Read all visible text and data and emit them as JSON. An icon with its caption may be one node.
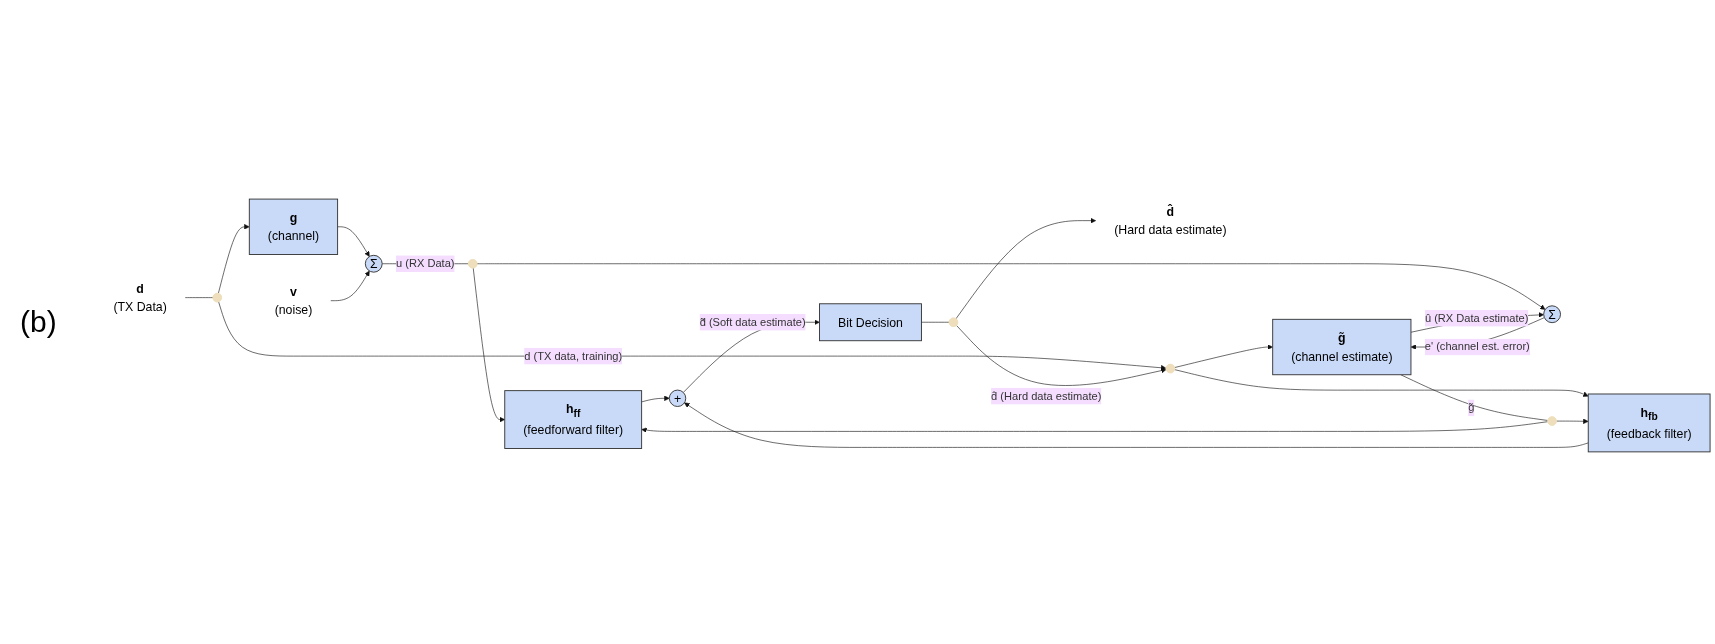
{
  "diagram": {
    "nodes": [
      {
        "text": [
          "d",
          "(TX Data)"
        ]
      },
      {
        "text": [],
        "shape": "circle"
      },
      {
        "text": [
          "g",
          "(channel)"
        ]
      },
      {
        "text": [
          "v",
          "(noise)"
        ]
      },
      {
        "text": [
          "Σ"
        ]
      },
      {
        "text": [],
        "shape": "circle"
      },
      {
        "text": [
          "Σ"
        ]
      },
      {
        "text": [
          "h$_{ff}$",
          "(feedforward filter)"
        ]
      },
      {
        "text": [
          "+"
        ]
      },
      {
        "text": [
          "Bit Decision"
        ]
      },
      {
        "text": [],
        "shape": "circle"
      },
      {
        "text": [
          "d̂",
          "(Hard data estimate)"
        ]
      },
      {
        "text": [
          "g̃",
          "(channel estimate)"
        ]
      },
      {
        "text": [],
        "shape": "circle"
      },
      {
        "text": [],
        "shape": "circle"
      },
      {
        "text": [
          "h$_{fb}$",
          "(feedback filter)"
        ]
      }
    ],
    "edges": [
      {
        "from": 0,
        "to": 1,
        "arrow": "none"
      },
      {
        "from": 1,
        "to": 2,
        "arrow": "to"
      },
      {
        "from": 2,
        "to": 4,
        "arrow": "to"
      },
      {
        "from": 3,
        "to": 4,
        "arrow": "to"
      },
      {
        "from": 4,
        "to": 5,
        "arrow": "none",
        "label": "u (RX Data)"
      },
      {
        "from": 5,
        "to": 7,
        "arrow": "to"
      },
      {
        "from": 5,
        "to": 6,
        "arrow": "to"
      },
      {
        "from": 6,
        "to": 12,
        "arrow": "to",
        "label": "e' (channel est. error)"
      },
      {
        "from": 12,
        "to": 6,
        "arrow": "to",
        "label": "û (RX Data estimate)"
      },
      {
        "from": 7,
        "to": 8,
        "arrow": "to"
      },
      {
        "from": 8,
        "to": 9,
        "arrow": "to",
        "label": "d̃ (Soft data estimate)"
      },
      {
        "from": 9,
        "to": 10,
        "arrow": "none"
      },
      {
        "from": 10,
        "to": 11,
        "arrow": "to"
      },
      {
        "from": 15,
        "to": 8,
        "arrow": "to"
      },
      {
        "from": 1,
        "to": 13,
        "arrow": "to",
        "label": "d (TX data, training)"
      },
      {
        "from": 10,
        "to": 13,
        "arrow": "to",
        "label": "d̂ (Hard data estimate)"
      },
      {
        "from": 13,
        "to": 12,
        "arrow": "to"
      },
      {
        "from": 13,
        "to": 15,
        "arrow": "to"
      },
      {
        "from": 12,
        "to": 14,
        "arrow": "none",
        "label": "g̃"
      },
      {
        "from": 14,
        "to": 7,
        "arrow": "to"
      },
      {
        "from": 14,
        "to": 15,
        "arrow": "to"
      }
    ],
    "labels": [
      "(b)"
    ]
  }
}
